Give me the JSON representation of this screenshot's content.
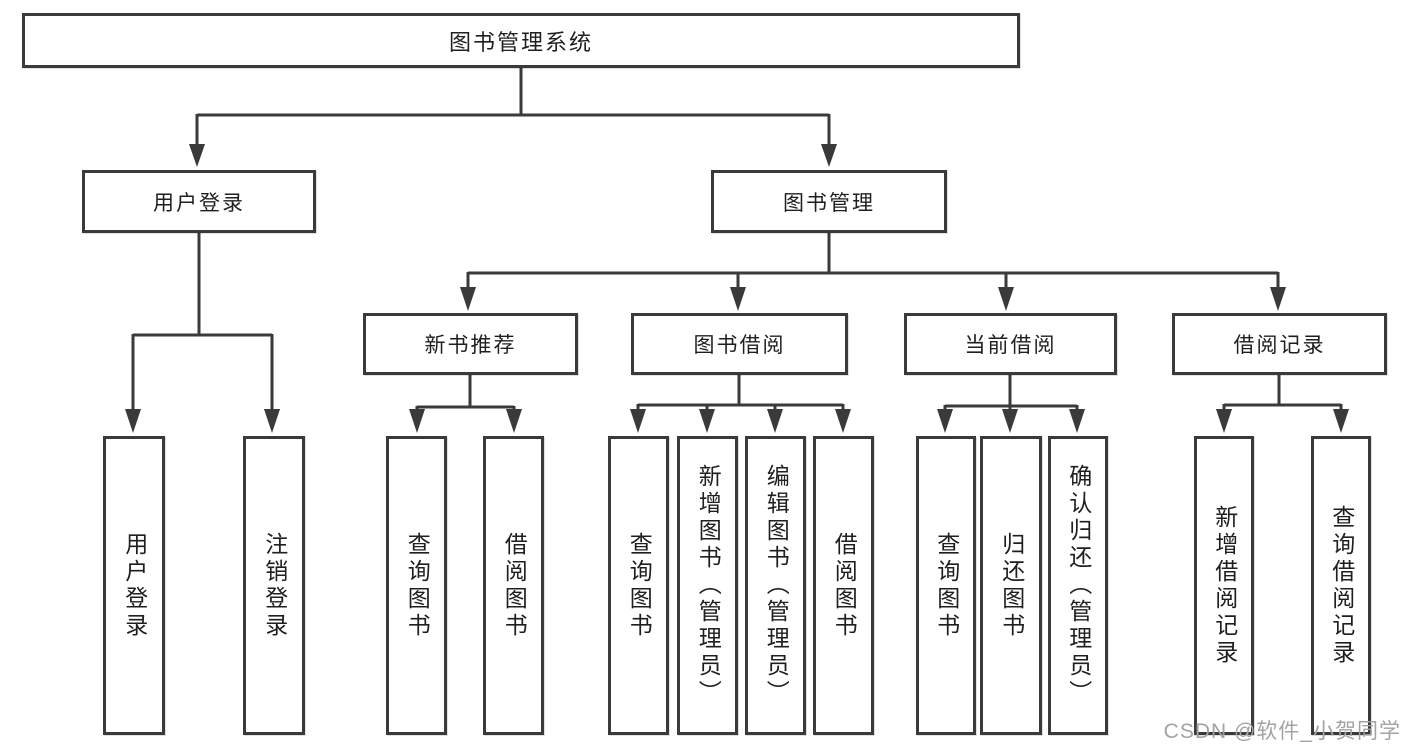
{
  "tree": {
    "root": {
      "label": "图书管理系统"
    },
    "level2": [
      {
        "label": "用户登录"
      },
      {
        "label": "图书管理"
      }
    ],
    "level3": [
      {
        "label": "新书推荐"
      },
      {
        "label": "图书借阅"
      },
      {
        "label": "当前借阅"
      },
      {
        "label": "借阅记录"
      }
    ],
    "leaves": [
      {
        "label": "用户登录"
      },
      {
        "label": "注销登录"
      },
      {
        "label": "查询图书"
      },
      {
        "label": "借阅图书"
      },
      {
        "label": "查询图书"
      },
      {
        "label": "新增图书（管理员）"
      },
      {
        "label": "编辑图书（管理员）"
      },
      {
        "label": "借阅图书"
      },
      {
        "label": "查询图书"
      },
      {
        "label": "归还图书"
      },
      {
        "label": "确认归还（管理员）"
      },
      {
        "label": "新增借阅记录"
      },
      {
        "label": "查询借阅记录"
      }
    ]
  },
  "watermark": {
    "text": "CSDN @软件_小贺同学"
  },
  "colors": {
    "line": "#3a3a3a",
    "text": "#1f1f1f",
    "watermark": "#a3a3a3",
    "background": "#ffffff"
  }
}
